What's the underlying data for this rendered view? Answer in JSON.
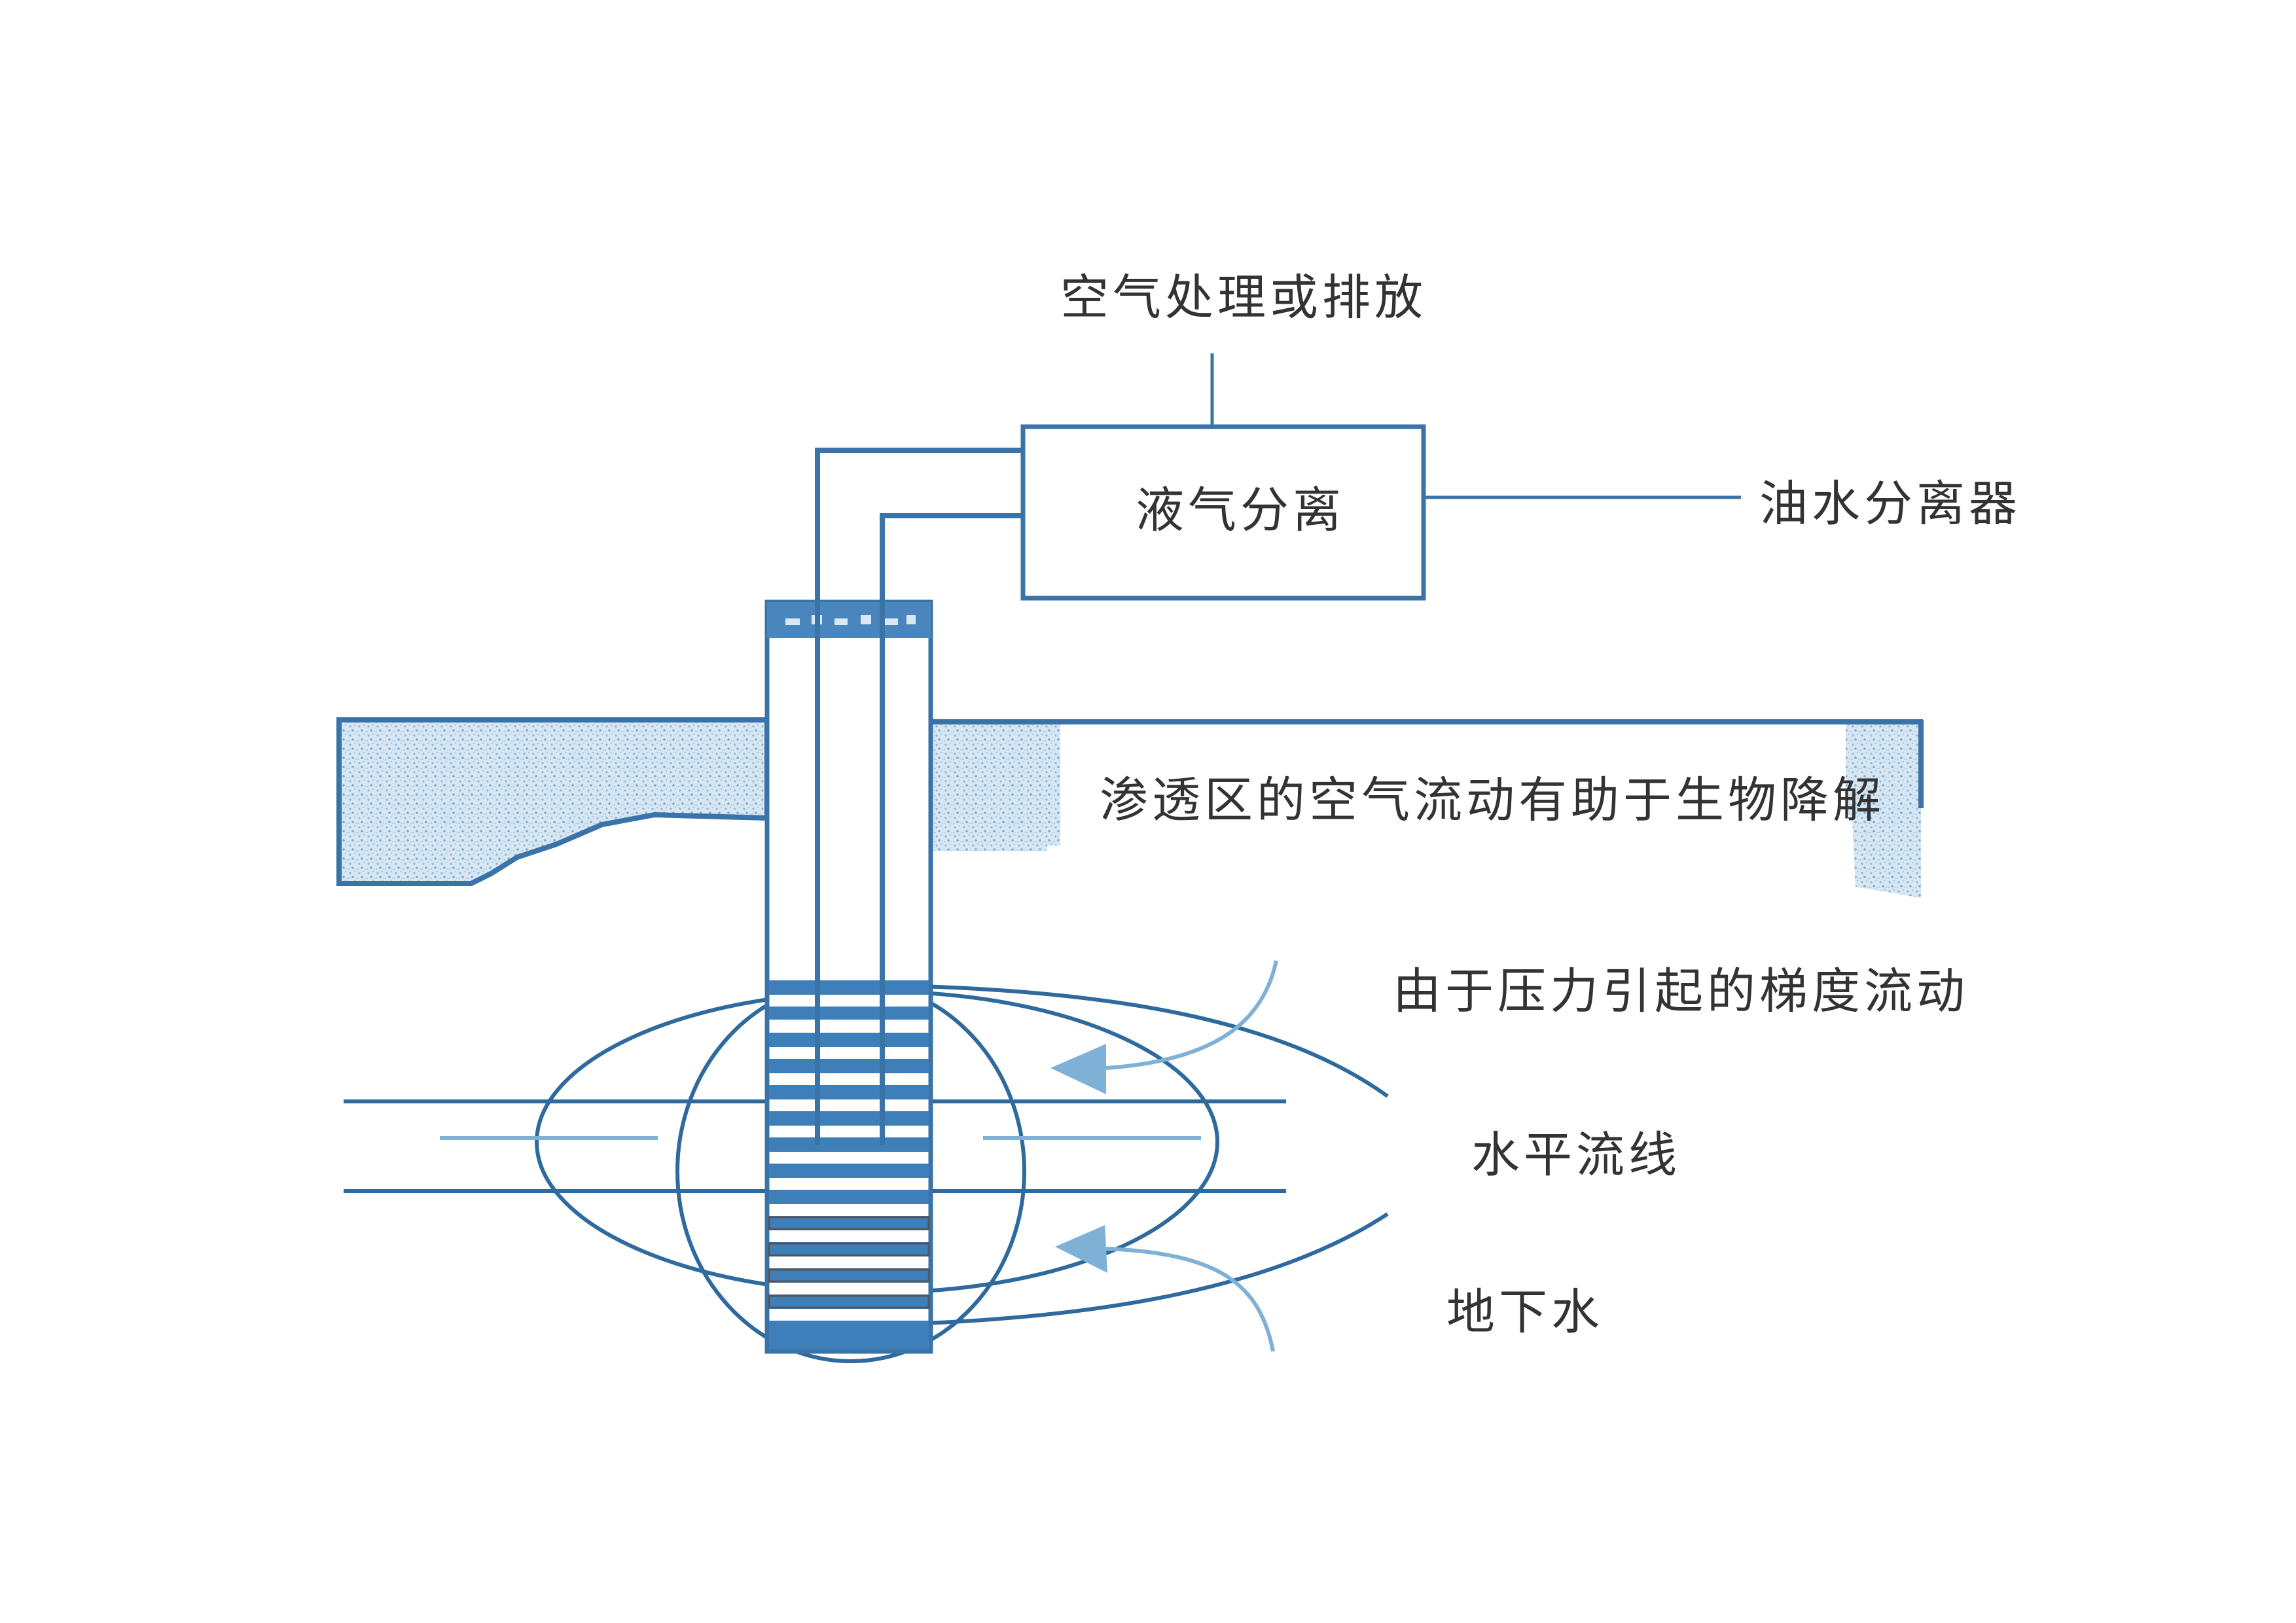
{
  "diagram": {
    "labels": {
      "air_treatment": "空气处理或排放",
      "separator": "液气分离",
      "oil_water": "油水分离器",
      "vadose_flow": "渗透区的空气流动有助于生物降解",
      "pressure_flow": "由于压力引起的梯度流动",
      "horizontal_flow": "水平流线",
      "groundwater": "地下水"
    },
    "colors": {
      "line": "#3a73a8",
      "dark_line": "#2e6a9e",
      "light_line": "#7fb0d6",
      "soil": "#c9dcec",
      "text": "#333333"
    }
  }
}
